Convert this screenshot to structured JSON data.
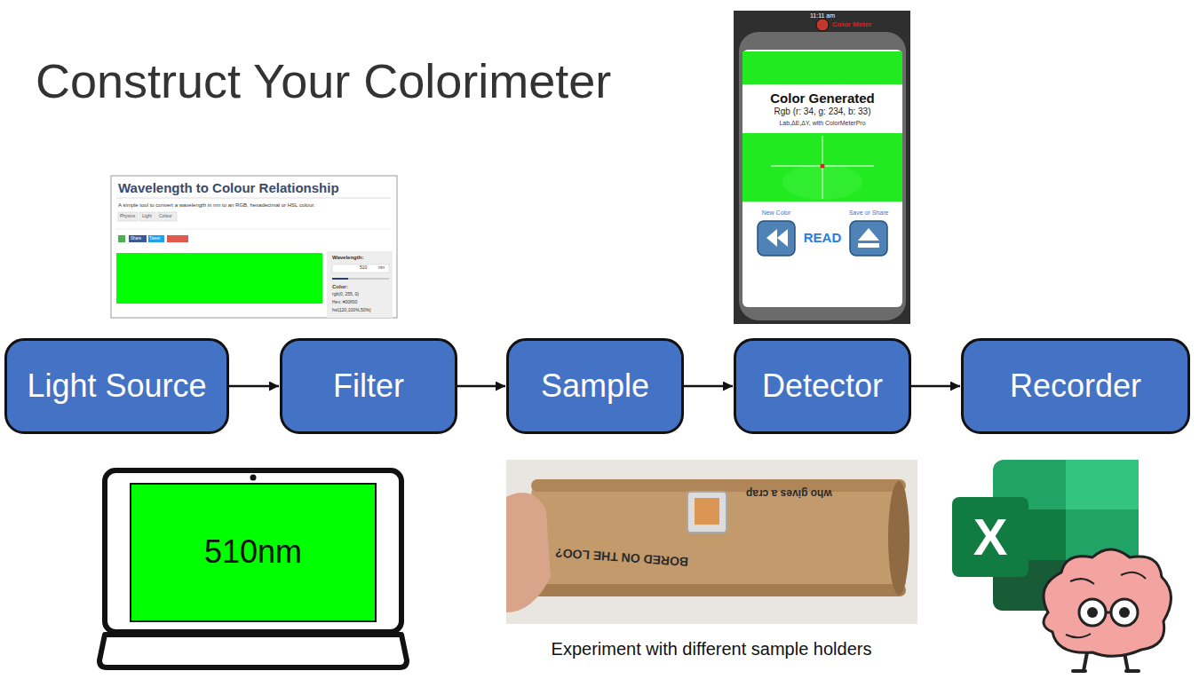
{
  "diagram": {
    "title": "Construct Your Colorimeter",
    "nodes": [
      {
        "text": [
          "Light Source"
        ]
      },
      {
        "text": [
          "Filter"
        ]
      },
      {
        "text": [
          "Sample"
        ]
      },
      {
        "text": [
          "Detector"
        ]
      },
      {
        "text": [
          "Recorder"
        ]
      }
    ],
    "edges": [
      {
        "from": 0,
        "to": 1,
        "arrow": "to"
      },
      {
        "from": 1,
        "to": 2,
        "arrow": "to"
      },
      {
        "from": 2,
        "to": 3,
        "arrow": "to"
      },
      {
        "from": 3,
        "to": 4,
        "arrow": "to"
      }
    ],
    "labels": [
      "Wavelength to Colour Relationship",
      "A simple tool to convert a wavelength in nm to an RGB, hexadecimal or HSL colour.",
      "Physics",
      "Light",
      "Colour",
      "Share",
      "Tweet",
      "Wavelength:",
      "510",
      "nm",
      "Color:",
      "rgb(0, 255, 0)",
      "Hex: #00ff00",
      "hsl(120,100%,50%)",
      "11:11 am",
      "Color Meter",
      "Color Generated",
      "Rgb (r: 34, g: 234, b: 33)",
      "Lab,ΔE,ΔY, with ColorMeterPro",
      "New Color",
      "Save or Share",
      "READ",
      "510nm",
      "Experiment with different sample holders",
      "X",
      "BORED ON THE LOO?",
      "who gives a crap"
    ]
  }
}
